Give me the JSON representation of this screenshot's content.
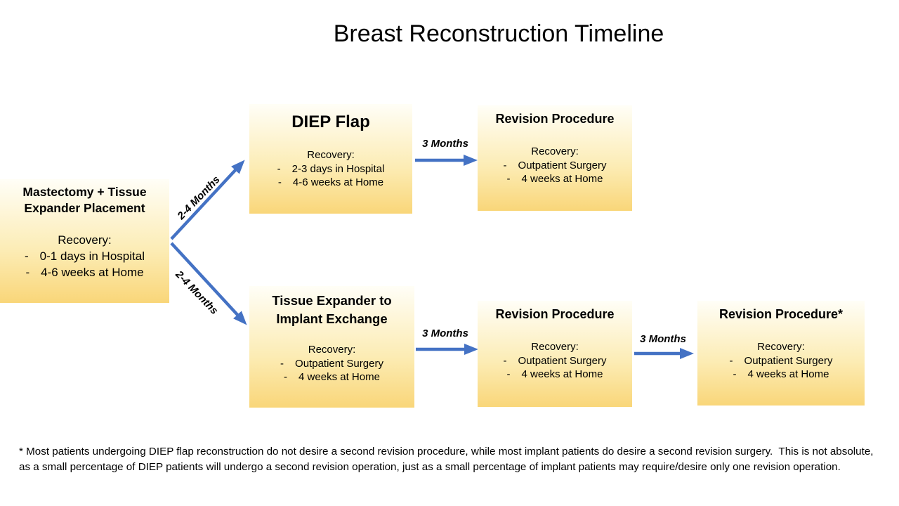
{
  "title": "Breast Reconstruction Timeline",
  "bullet_marker": "-",
  "colors": {
    "arrow_blue": "#4472C4",
    "box_gradient_top": "#FFFEF7",
    "box_gradient_bottom": "#F9D679",
    "text": "#000000",
    "background": "#FFFFFF"
  },
  "boxes": [
    {
      "id": "mastectomy",
      "title": "Mastectomy + Tissue Expander Placement",
      "recovery_label": "Recovery:",
      "bullets": [
        "0-1 days in Hospital",
        "4-6 weeks at Home"
      ]
    },
    {
      "id": "diep-flap",
      "title": "DIEP Flap",
      "recovery_label": "Recovery:",
      "bullets": [
        "2-3 days in Hospital",
        "4-6 weeks at Home"
      ]
    },
    {
      "id": "revision-top",
      "title": "Revision Procedure",
      "recovery_label": "Recovery:",
      "bullets": [
        "Outpatient Surgery",
        "4 weeks at Home"
      ]
    },
    {
      "id": "tissue-expander-exchange",
      "title": "Tissue Expander to Implant Exchange",
      "recovery_label": "Recovery:",
      "bullets": [
        "Outpatient Surgery",
        "4 weeks at Home"
      ]
    },
    {
      "id": "revision-bottom-1",
      "title": "Revision Procedure",
      "recovery_label": "Recovery:",
      "bullets": [
        "Outpatient Surgery",
        "4 weeks at Home"
      ]
    },
    {
      "id": "revision-bottom-2",
      "title": "Revision Procedure*",
      "recovery_label": "Recovery:",
      "bullets": [
        "Outpatient Surgery",
        "4 weeks at Home"
      ]
    }
  ],
  "arrows": {
    "branch_up": {
      "label": "2-4 Months"
    },
    "branch_down": {
      "label": "2-4 Months"
    },
    "top_interval": {
      "label": "3 Months"
    },
    "bottom_interval_1": {
      "label": "3 Months"
    },
    "bottom_interval_2": {
      "label": "3 Months"
    }
  },
  "footnote": "* Most patients undergoing DIEP flap reconstruction do not desire a second revision procedure, while most implant patients do desire a second revision surgery.  This is not absolute, as a small percentage of DIEP patients will undergo a second revision operation, just as a small percentage of implant patients may require/desire only one revision operation."
}
